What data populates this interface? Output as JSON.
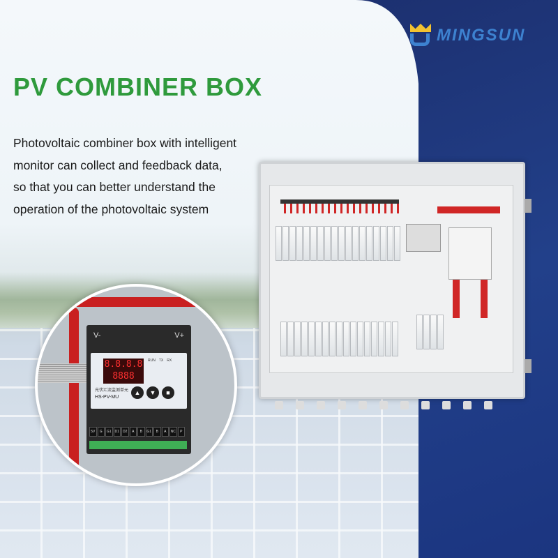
{
  "brand": {
    "name": "MINGSUN"
  },
  "title": "PV COMBINER BOX",
  "description": [
    "Photovoltaic combiner box with intelligent",
    "monitor can collect and feedback data,",
    "so that you can better understand the",
    "operation of the photovoltaic system"
  ],
  "monitor": {
    "v_minus": "V-",
    "v_plus": "V+",
    "display_top": "8.8.8.8",
    "display_bottom": "8888",
    "leds": [
      "RUN",
      "TX",
      "RX"
    ],
    "chinese_label": "光伏汇流监测单元",
    "model": "HS-PV-MU",
    "buttons": [
      "up-icon",
      "down-icon",
      "stop-icon"
    ],
    "terminals": [
      "5V",
      "G",
      "G1",
      "D1",
      "D2",
      "A",
      "B",
      "G1",
      "B",
      "A",
      "NC",
      "P"
    ]
  },
  "colors": {
    "title": "#2f9a3c",
    "navy": "#1a2a66",
    "logo_blue": "#3d82d0",
    "logo_gold": "#f2c230"
  }
}
